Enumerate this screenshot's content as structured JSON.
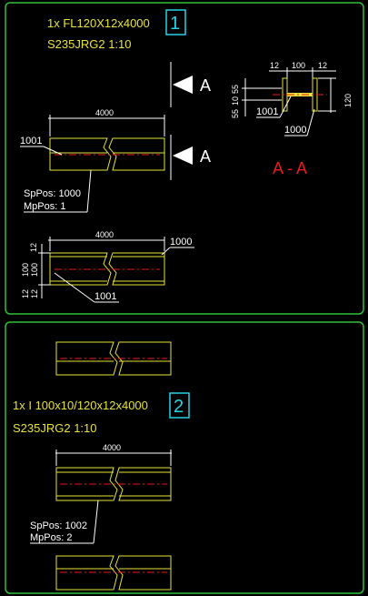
{
  "part1": {
    "title": "1x FL120X12x4000",
    "material": "S235JRG2 1:10",
    "badge": "1",
    "section_letter_top": "A",
    "section_letter_bottom": "A",
    "section_title": "A - A",
    "dim_length": "4000",
    "label_1001_left": "1001",
    "sppos": "SpPos: 1000",
    "mppos": "MpPos: 1",
    "sec_dim_12a": "12",
    "sec_dim_100": "100",
    "sec_dim_12b": "12",
    "sec_dim_55a": "55",
    "sec_dim_10": "10",
    "sec_dim_55b": "55",
    "sec_dim_120": "120",
    "sec_label_1001": "1001",
    "sec_label_1000": "1000",
    "view2_dim_length": "4000",
    "view2_label_1000": "1000",
    "view2_label_1001": "1001",
    "view2_dim_12a": "12",
    "view2_dim_100a": "100",
    "view2_dim_100b": "100",
    "view2_dim_12b": "12",
    "view2_dim_12c": "12"
  },
  "part2": {
    "title": "1x I 100x10/120x12x4000",
    "material": "S235JRG2 1:10",
    "badge": "2",
    "dim_length": "4000",
    "sppos": "SpPos: 1002",
    "mppos": "MpPos: 2"
  },
  "colors": {
    "background": "#000000",
    "panel_border": "#2fbf3a",
    "text_yellow": "#e8e23a",
    "badge_cyan": "#29d3e6",
    "section_red": "#e81c1c"
  }
}
